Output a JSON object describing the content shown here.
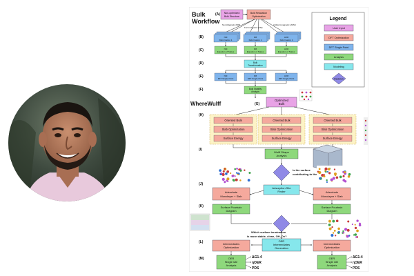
{
  "portrait": {
    "alt": "photo-of-person"
  },
  "diagram": {
    "section_bulk_title": [
      "Bulk",
      "Workflow"
    ],
    "section_wherewulff_title": "WhereWulff",
    "step_letters": [
      "(A)",
      "(B)",
      "(C)",
      "(D)",
      "(E)",
      "(F)",
      "(G)",
      "(H)",
      "(I)",
      "(J)",
      "(K)",
      "(L)",
      "(M)"
    ],
    "input_a1": [
      "Non-optimized",
      "Bulk Structure"
    ],
    "input_a2": [
      "Bulk Relaxation",
      "Optimization"
    ],
    "magnetic_labels": [
      "Non-Magnetic (NM)",
      "Ferromagnetic (FM)",
      "Antiferromagnetic (AFM)"
    ],
    "deformation": [
      [
        "NM",
        "Deformation 1"
      ],
      [
        "FM",
        "Deformation 1"
      ],
      [
        "AFM",
        "Deformation 1"
      ]
    ],
    "equation_of_state": [
      [
        "NM",
        "Equation of States"
      ],
      [
        "FM",
        "Equation of States"
      ],
      [
        "AFM",
        "Equation of States"
      ]
    ],
    "bulk_transformation": [
      "Bulk",
      "Transformation"
    ],
    "dft_single_point": [
      [
        "NM",
        "DFT Single Point"
      ],
      [
        "FM",
        "DFT Single Point"
      ],
      [
        "AFM",
        "DFT Single Point"
      ]
    ],
    "bulk_stability": [
      "Bulk Stability",
      "Analysis"
    ],
    "optimized_bulk": [
      "Optimized",
      "Bulk"
    ],
    "oriented_bulk": "Oriented Bulk",
    "slab_optimization": "Slab Optimization",
    "surface_energy": "Surface Energy",
    "wulff_analysis": [
      "Wulff Shape",
      "Analysis"
    ],
    "wulff_question": [
      "Is the surface",
      "contributing to the Wulff shape?"
    ],
    "adsorbate_box": [
      "Adsorbate",
      "Monolayer + Slab"
    ],
    "adsorption_site_finder": [
      "Adsorption Site",
      "Finder"
    ],
    "surface_pourbaix": [
      "Surface Pourbaix",
      "Diagram"
    ],
    "termination_question": [
      "Which surface termination",
      "is more stable, clean, OH, Ox?"
    ],
    "oer_generation": [
      "OER",
      "Intermediates",
      "Generation"
    ],
    "intermediates_opt": [
      "Intermediates",
      "Optimization"
    ],
    "oer_analysis": [
      "OER",
      "Single site",
      "Analysis"
    ],
    "outputs": [
      "ΔG1-4",
      "ηOER",
      "PDS"
    ],
    "legend": {
      "title": "Legend",
      "items": [
        {
          "label": "User Input",
          "color": "#e8a3e6"
        },
        {
          "label": "DFT Optimization",
          "color": "#f5a99d"
        },
        {
          "label": "DFT Single Point",
          "color": "#7fb4ec"
        },
        {
          "label": "Analysis",
          "color": "#8ed87c"
        },
        {
          "label": "Modeling",
          "color": "#86e7ec"
        },
        {
          "label": "Decision",
          "color": "#8f89e6"
        }
      ]
    }
  }
}
